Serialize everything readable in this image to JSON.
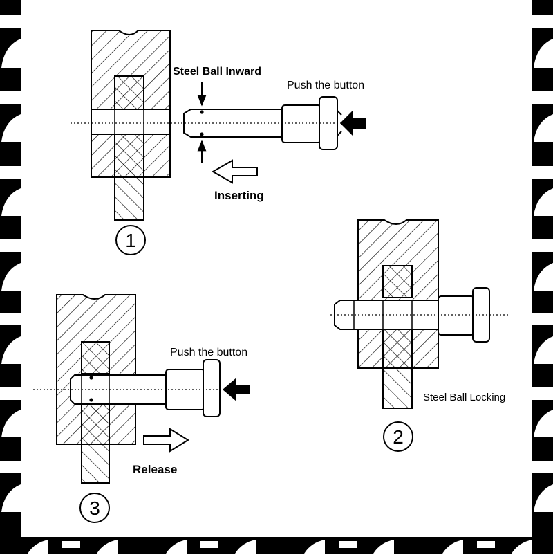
{
  "labels": {
    "steel_ball_inward": "Steel Ball Inward",
    "push_the_button_1": "Push the button",
    "inserting": "Inserting",
    "push_the_button_3": "Push the button",
    "release": "Release",
    "steel_ball_locking": "Steel Ball Locking"
  },
  "steps": {
    "step1": "1",
    "step2": "2",
    "step3": "3"
  },
  "colors": {
    "ink": "#000000",
    "background": "#ffffff"
  }
}
